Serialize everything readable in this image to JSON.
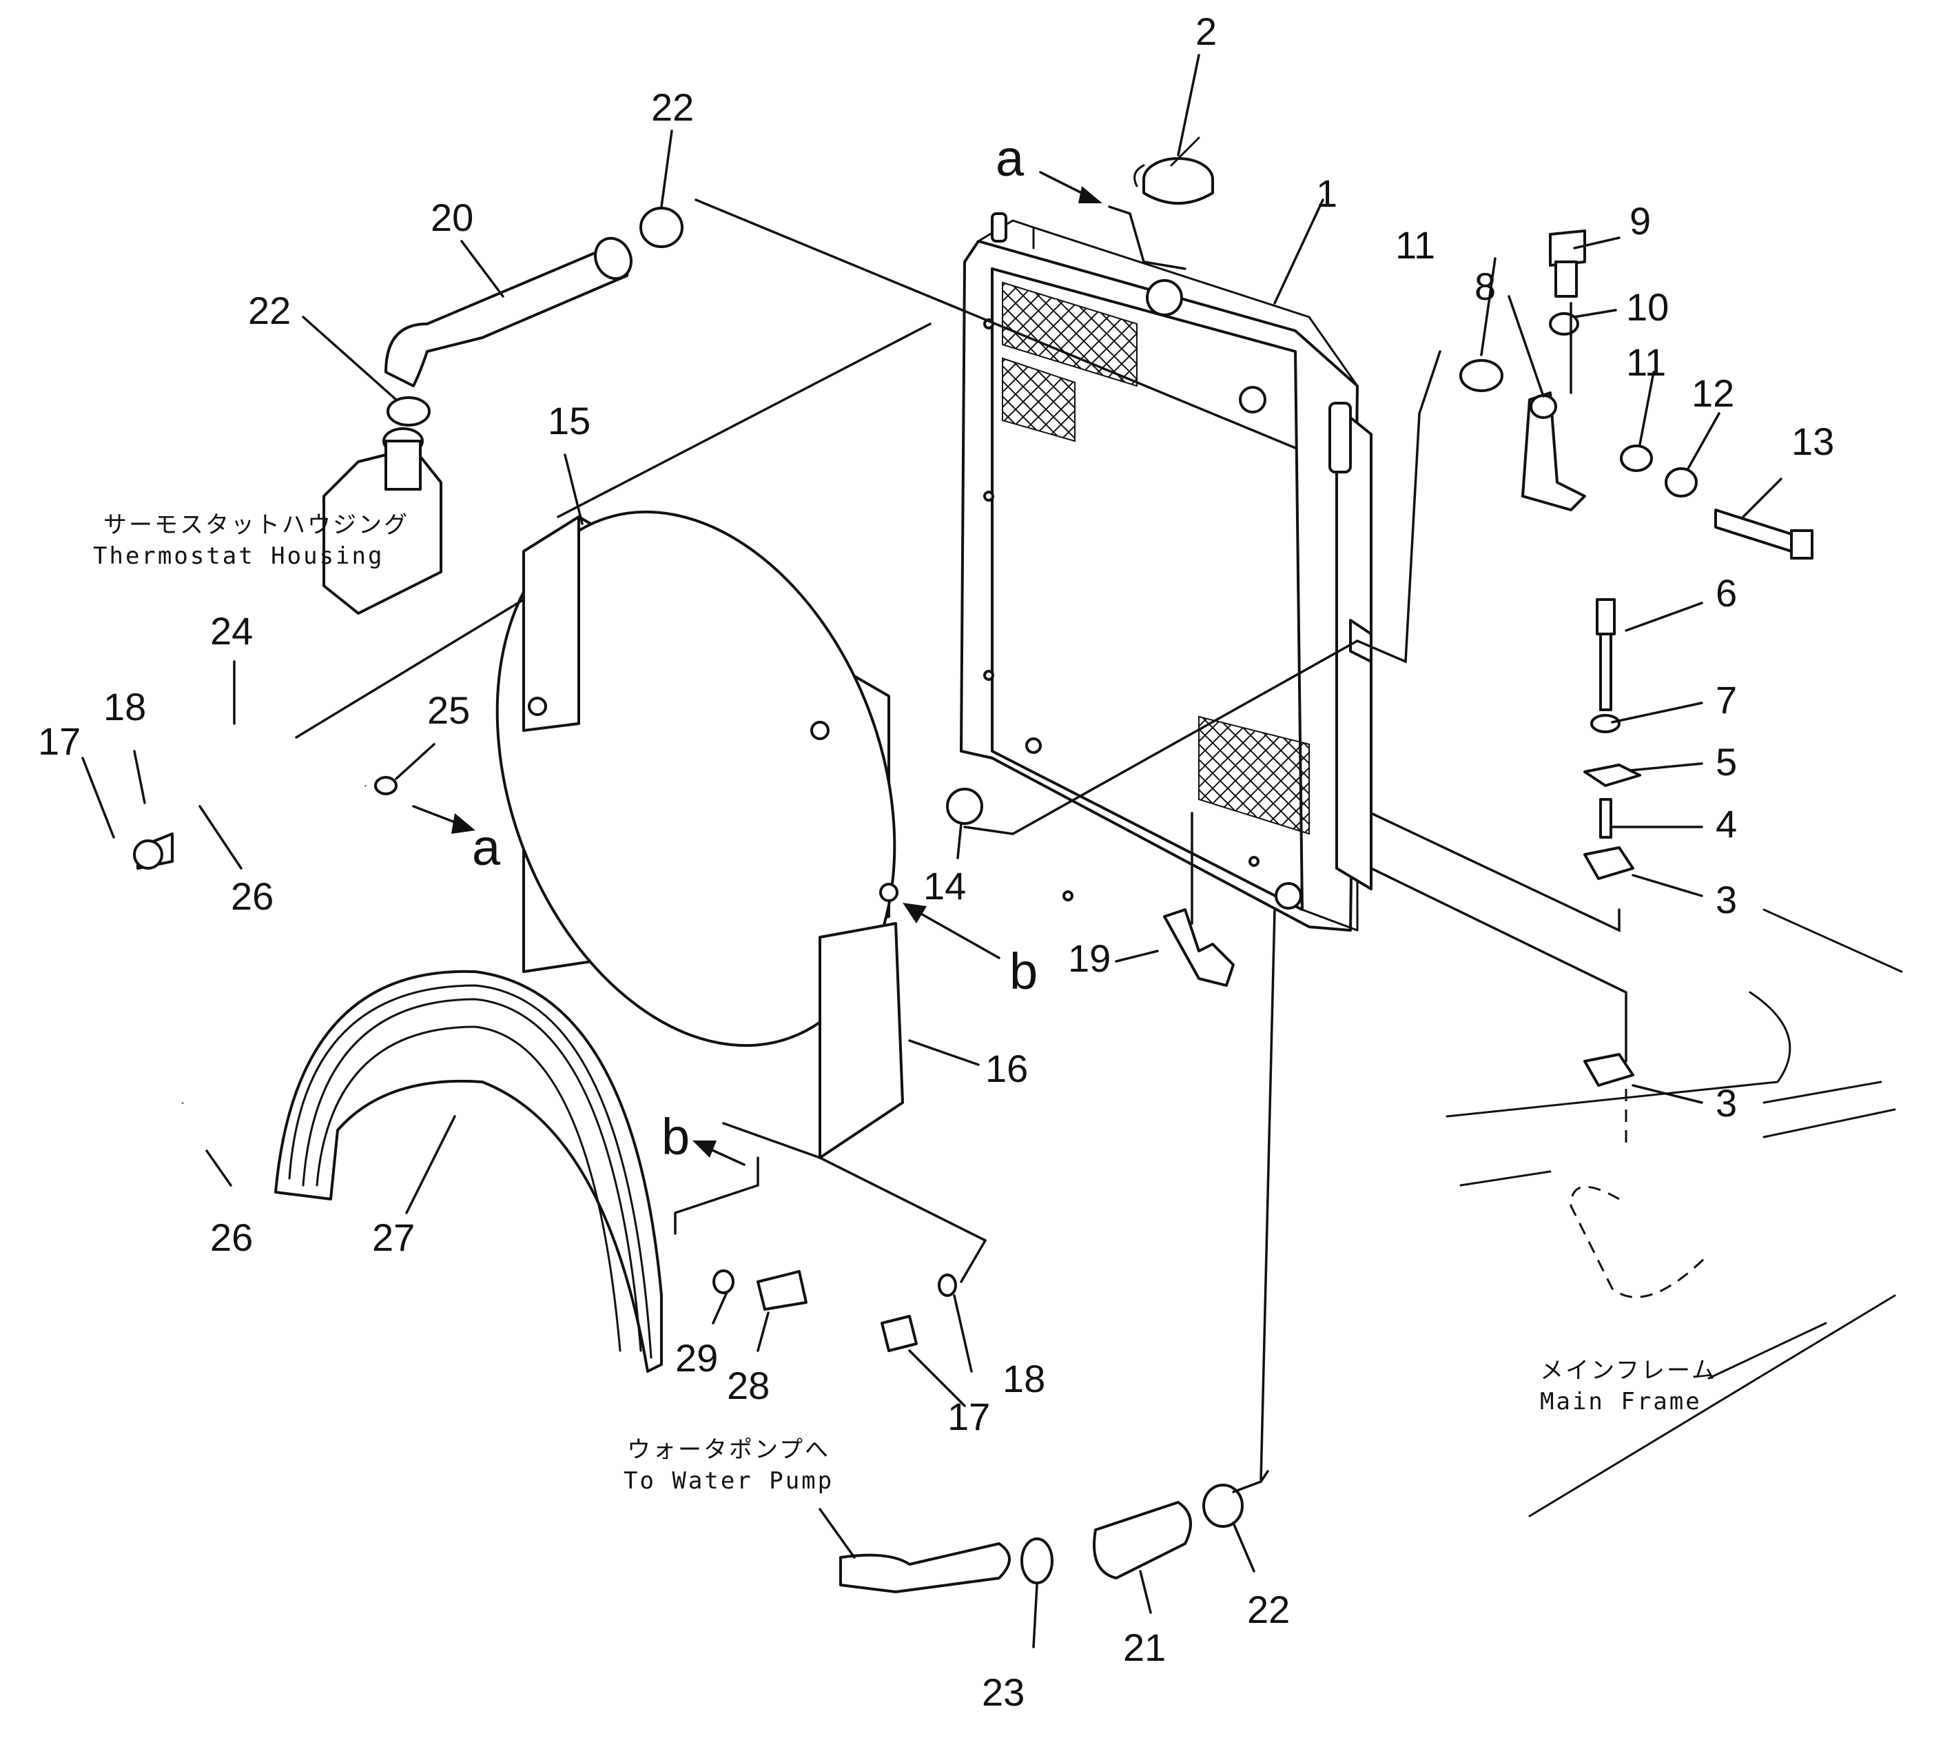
{
  "callouts": [
    "1",
    "2",
    "3",
    "3",
    "4",
    "5",
    "6",
    "7",
    "8",
    "9",
    "10",
    "11",
    "11",
    "12",
    "13",
    "14",
    "15",
    "16",
    "17",
    "17",
    "18",
    "18",
    "19",
    "20",
    "21",
    "22",
    "22",
    "22",
    "23",
    "24",
    "25",
    "26",
    "26",
    "27",
    "28",
    "29"
  ],
  "refs": [
    "a",
    "a",
    "b",
    "b"
  ],
  "labels": {
    "thermostat_jp": "サーモスタットハウジング",
    "thermostat_en": "Thermostat Housing",
    "water_pump_jp": "ウォータポンプへ",
    "water_pump_en": "To Water Pump",
    "main_frame_jp": "メインフレーム",
    "main_frame_en": "Main Frame"
  }
}
